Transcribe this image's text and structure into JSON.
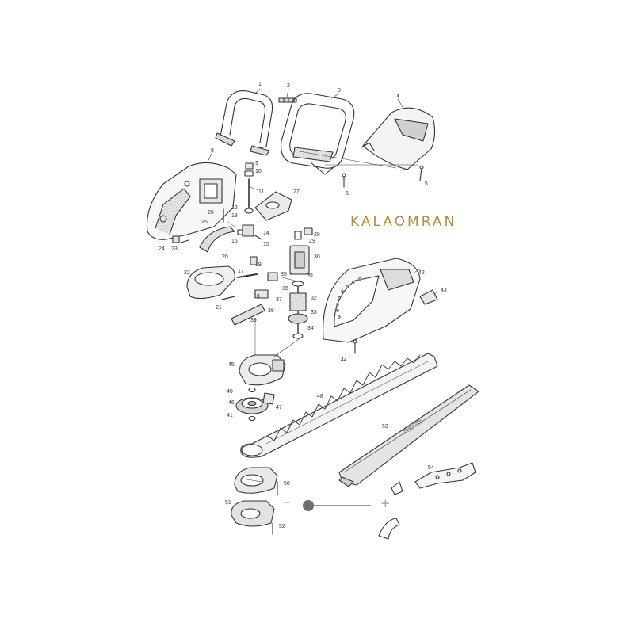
{
  "brand": {
    "watermark": "KALAOMRAN"
  },
  "viewer": {
    "zoom_minus": "−",
    "zoom_plus": "+"
  },
  "parts": [
    "1",
    "2",
    "3",
    "4",
    "5",
    "6",
    "8",
    "9",
    "10",
    "11",
    "12",
    "13",
    "14",
    "15",
    "16",
    "17",
    "18",
    "19",
    "20",
    "21",
    "22",
    "23",
    "24",
    "25",
    "26",
    "27",
    "28",
    "29",
    "30",
    "31",
    "32",
    "33",
    "34",
    "35",
    "36",
    "37",
    "38",
    "39",
    "40",
    "41",
    "42",
    "43",
    "44",
    "45",
    "46",
    "47",
    "48",
    "50",
    "51",
    "52",
    "53",
    "54"
  ],
  "colors": {
    "line": "#333333",
    "shade": "#bfbfbf",
    "brand": "#b28b3e",
    "control": "#6e6e6e"
  }
}
